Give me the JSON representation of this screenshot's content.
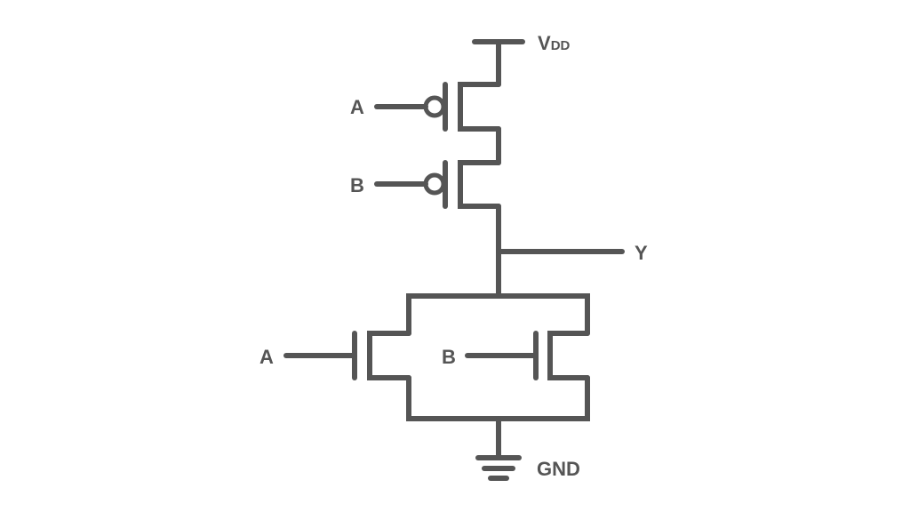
{
  "diagram": {
    "colors": {
      "stroke": "#555555",
      "text": "#555555",
      "background": "#ffffff"
    },
    "supply": {
      "main": "V",
      "subscript": "DD"
    },
    "ground": "GND",
    "output": "Y",
    "pmos": {
      "top_input": "A",
      "bottom_input": "B"
    },
    "nmos": {
      "left_input": "A",
      "right_input": "B"
    }
  }
}
